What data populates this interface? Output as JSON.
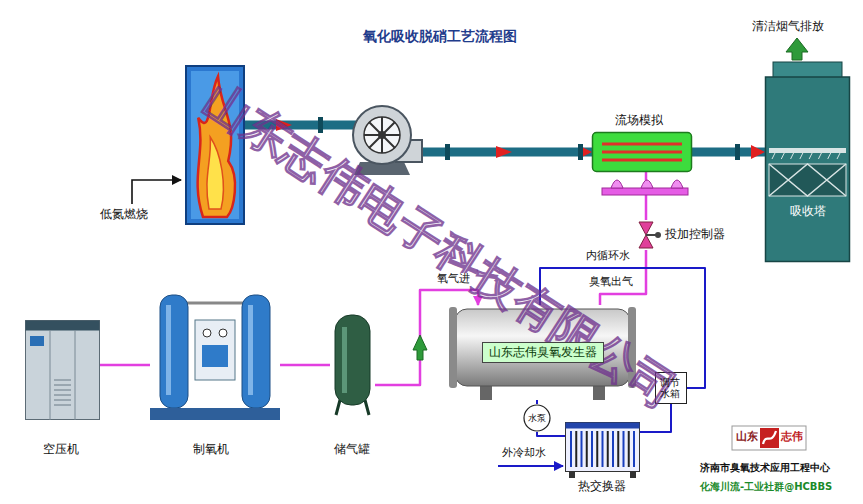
{
  "diagram": {
    "title": "氧化吸收脱硝工艺流程图",
    "nodes": [
      {
        "text": [
          "低氮燃烧"
        ]
      },
      {
        "text": [
          "流场模拟"
        ]
      },
      {
        "text": [
          "吸收塔"
        ]
      },
      {
        "text": [
          "投加控制器"
        ]
      },
      {
        "text": [
          "空压机"
        ]
      },
      {
        "text": [
          "制氧机"
        ]
      },
      {
        "text": [
          "储气罐"
        ]
      },
      {
        "text": [
          "山东志伟臭氧发生器"
        ]
      },
      {
        "text": [
          "调节水箱"
        ]
      },
      {
        "text": [
          "水泵"
        ]
      },
      {
        "text": [
          "热交换器"
        ]
      }
    ],
    "edges": [
      {
        "from": 0,
        "to": 1,
        "arrow": "to"
      },
      {
        "from": 1,
        "to": 2,
        "arrow": "to"
      },
      {
        "from": 4,
        "to": 5,
        "arrow": "none"
      },
      {
        "from": 5,
        "to": 6,
        "arrow": "none"
      },
      {
        "from": 6,
        "to": 7,
        "label": "氧气进",
        "arrow": "to"
      },
      {
        "from": 7,
        "to": 3,
        "label": "臭氧出气",
        "arrow": "none"
      },
      {
        "from": 3,
        "to": 1,
        "arrow": "none"
      },
      {
        "from": 7,
        "to": 8,
        "label": "内循环水",
        "arrow": "none"
      },
      {
        "from": 8,
        "to": 10,
        "arrow": "none"
      },
      {
        "from": 10,
        "to": 9,
        "arrow": "none"
      },
      {
        "from": 9,
        "to": 7,
        "arrow": "none"
      }
    ],
    "labels": [
      "清洁烟气排放",
      "山东志伟电子科技有限公司",
      "外冷却水",
      "山东",
      "志伟",
      "济南市臭氧技术应用工程中心",
      "化海川流-工业社群@HCBBS"
    ]
  }
}
